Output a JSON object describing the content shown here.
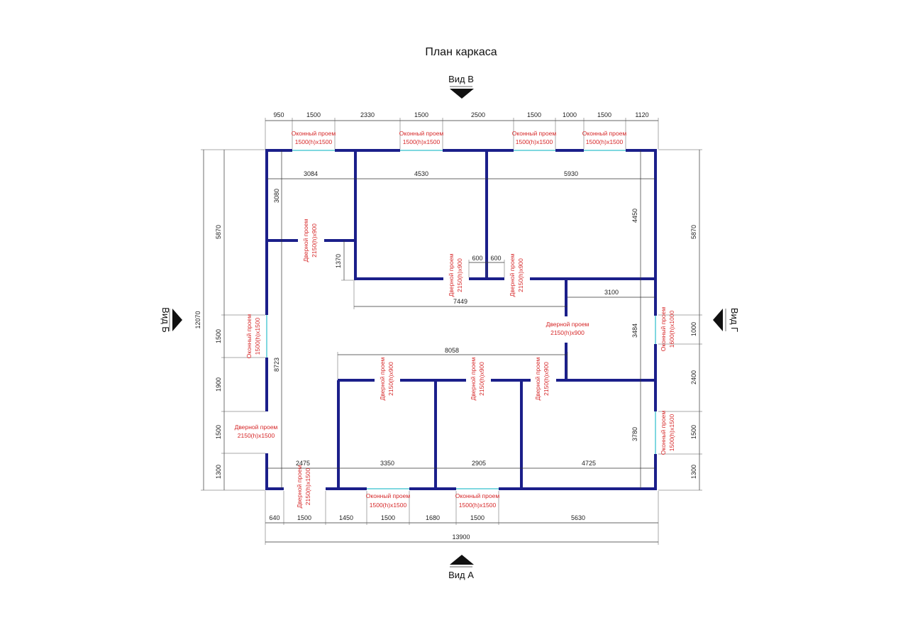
{
  "title": "План каркаса",
  "views": {
    "top": "Вид В",
    "bottom": "Вид А",
    "left": "Вид Б",
    "right": "Вид Г"
  },
  "colors": {
    "wall": "#1b1f8a",
    "opening_label": "#d62728",
    "window": "#7fd8e0",
    "dimension": "#222222"
  },
  "dims_top": [
    "950",
    "1500",
    "2330",
    "1500",
    "2500",
    "1500",
    "1000",
    "1500",
    "1120"
  ],
  "dims_bottom": [
    "640",
    "1500",
    "1450",
    "1500",
    "1680",
    "1500",
    "5630"
  ],
  "dim_total": "13900",
  "dims_left_outer": [
    "5870",
    "12070"
  ],
  "dims_left_inner": [
    "1500",
    "1900",
    "1500",
    "1300"
  ],
  "dims_right": [
    "5870",
    "1000",
    "2400",
    "1500",
    "1300"
  ],
  "dims_interior": {
    "top_row": [
      "3084",
      "4530",
      "5930"
    ],
    "wall_3080": "3080",
    "wall_4450": "4450",
    "wall_1370": "1370",
    "gap_left": "600",
    "gap_right": "600",
    "span_7449": "7449",
    "span_3100": "3100",
    "span_3484": "3484",
    "span_8723": "8723",
    "span_8058": "8058",
    "span_3780": "3780",
    "bottom_row": [
      "2475",
      "3350",
      "2905",
      "4725"
    ]
  },
  "openings": {
    "win_top_1": [
      "Оконный проем",
      "1500(h)x1500"
    ],
    "win_top_2": [
      "Оконный проем",
      "1500(h)x1500"
    ],
    "win_top_3": [
      "Оконный проем",
      "1500(h)x1500"
    ],
    "win_top_4": [
      "Оконный проем",
      "1500(h)x1500"
    ],
    "door_left_upper": [
      "Дверной проем",
      "2150(h)x900"
    ],
    "door_center_left": [
      "Дверной проем",
      "2150(h)x900"
    ],
    "door_center_right": [
      "Дверной проем",
      "2150(h)x900"
    ],
    "door_right_mid": [
      "Дверной проем",
      "2150(h)x900"
    ],
    "win_left": [
      "Оконный проем",
      "1500(h)x1500"
    ],
    "door_left_lower": [
      "Дверной проем",
      "2150(h)x1500"
    ],
    "win_right_1": [
      "Оконный проем",
      "1600(h)x1000"
    ],
    "win_right_2": [
      "Оконный проем",
      "1500(h)x1500"
    ],
    "door_row_1": [
      "Дверной проем",
      "2150(h)x900"
    ],
    "door_row_2": [
      "Дверной проем",
      "2150(h)x900"
    ],
    "door_row_3": [
      "Дверной проем",
      "2150(h)x900"
    ],
    "door_bottom": [
      "Дверной проем",
      "2150(h)x1500"
    ],
    "win_bottom_1": [
      "Оконный проем",
      "1500(h)x1500"
    ],
    "win_bottom_2": [
      "Оконный проем",
      "1500(h)x1500"
    ]
  }
}
